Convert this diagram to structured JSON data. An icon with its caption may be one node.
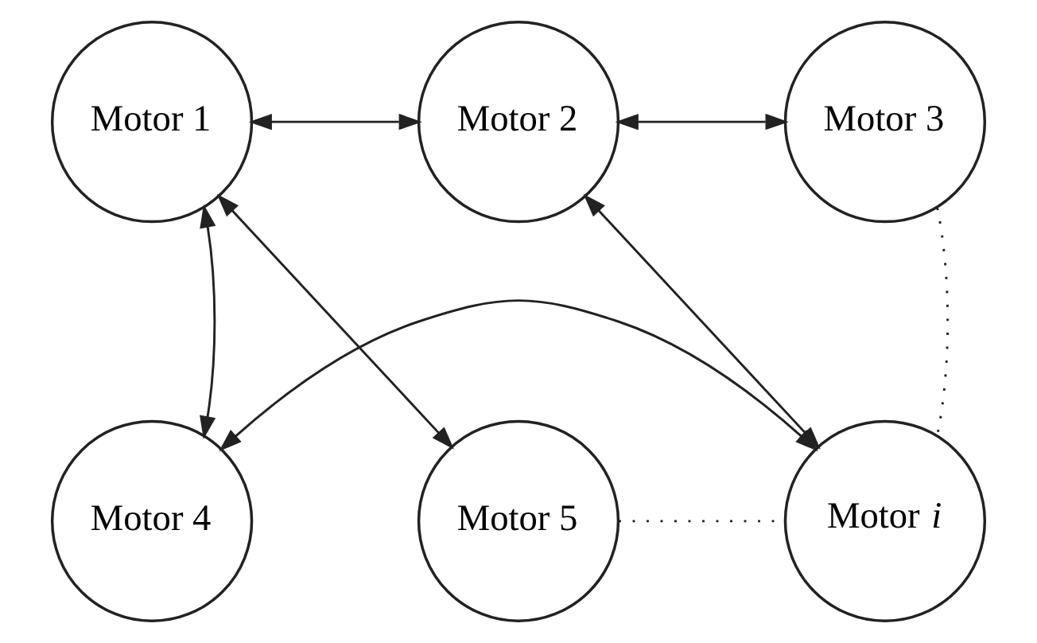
{
  "diagram": {
    "nodes": [
      {
        "text": [
          "Motor 1"
        ]
      },
      {
        "text": [
          "Motor 2"
        ]
      },
      {
        "text": [
          "Motor 3"
        ]
      },
      {
        "text": [
          "Motor 4"
        ]
      },
      {
        "text": [
          "Motor 5"
        ]
      },
      {
        "text": [
          "Motor *i*"
        ]
      }
    ],
    "edges": [
      {
        "from": 0,
        "to": 1,
        "arrow": "both"
      },
      {
        "from": 1,
        "to": 2,
        "arrow": "both"
      },
      {
        "from": 0,
        "to": 3,
        "arrow": "both"
      },
      {
        "from": 0,
        "to": 4,
        "arrow": "both"
      },
      {
        "from": 1,
        "to": 5,
        "arrow": "both"
      },
      {
        "from": 2,
        "to": 5,
        "arrow": "none",
        "style": "dashed"
      },
      {
        "from": 4,
        "to": 5,
        "arrow": "none",
        "style": "dashed"
      },
      {
        "from": 3,
        "to": 5,
        "arrow": "both"
      }
    ]
  }
}
